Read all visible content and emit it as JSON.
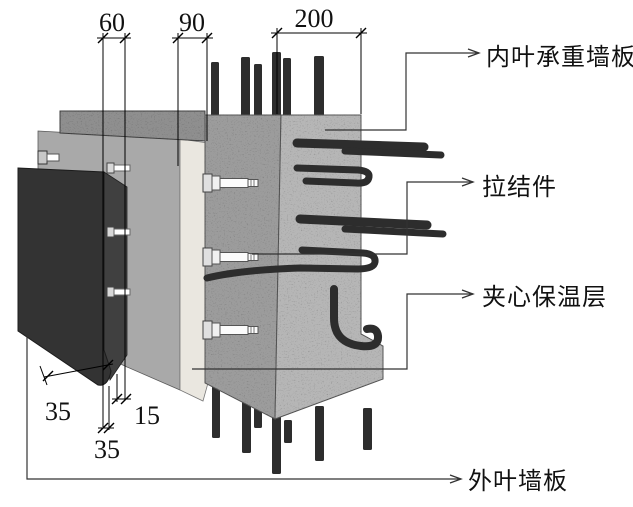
{
  "diagram": {
    "dims": {
      "top": [
        "60",
        "90",
        "200"
      ],
      "slant35": "35",
      "dim15": "15",
      "bottom35": "35"
    },
    "callouts": {
      "inner_leaf": "内叶承重墙板",
      "tie": "拉结件",
      "insulation": "夹心保温层",
      "outer_leaf": "外叶墙板"
    },
    "colors": {
      "outer_leaf_front": "#333333",
      "outer_leaf_side": "#404040",
      "insulation_panel": "#a9a9a9",
      "insulation_edge": "#eae7e0",
      "concrete_top_strip": "#8f8f8f",
      "concrete_front": "#9c9c9c",
      "concrete_side": "#b6b6b6",
      "rebar": "#2d2d2d",
      "leader_line": "#333333"
    }
  }
}
